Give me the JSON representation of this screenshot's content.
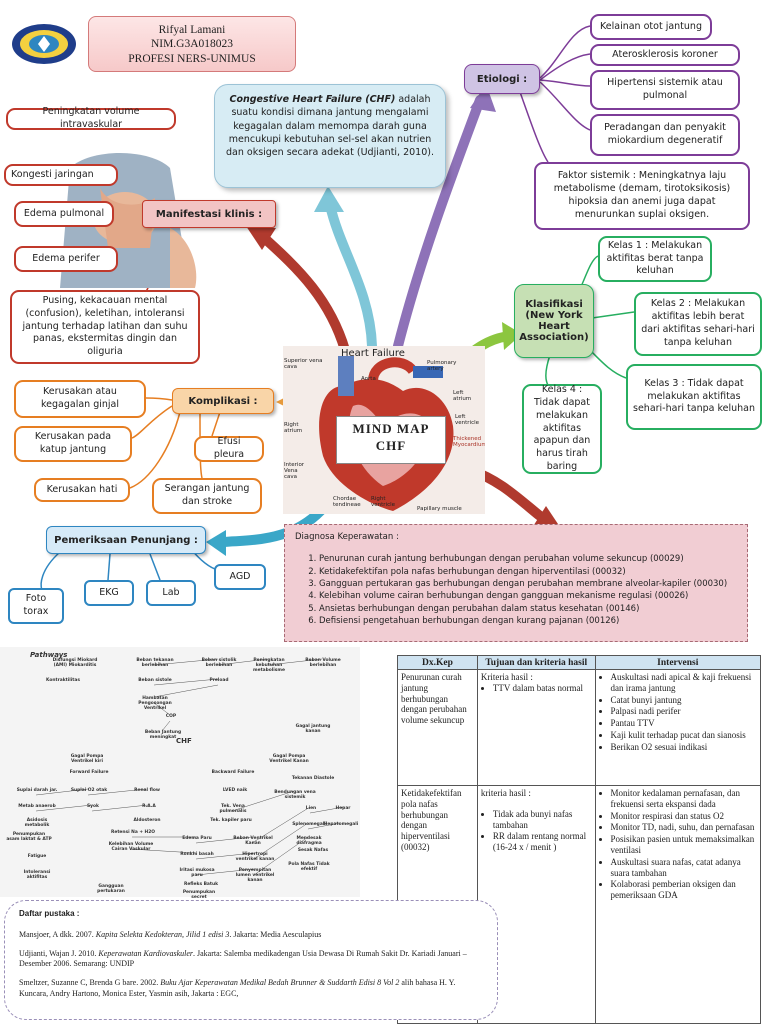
{
  "identity": {
    "name": "Rifyal Lamani",
    "nim": "NIM.G3A018023",
    "program": "PROFESI NERS-UNIMUS"
  },
  "definition": {
    "term": "Congestive Heart Failure (CHF)",
    "text": " adalah suatu kondisi dimana jantung mengalami kegagalan dalam memompa darah guna mencukupi kebutuhan sel-sel akan nutrien dan oksigen secara adekat (Udjianti, 2010)."
  },
  "manifestasi": {
    "label": "Manifestasi klinis :",
    "items": [
      "Peningkatan volume intravaskular",
      "Kongesti jaringan",
      "Edema pulmonal",
      "Edema perifer",
      "Pusing, kekacauan mental (confusion), keletihan, intoleransi jantung terhadap latihan dan suhu panas, ekstermitas dingin dan oliguria"
    ]
  },
  "etiologi": {
    "label": "Etiologi :",
    "items": [
      "Kelainan otot jantung",
      "Aterosklerosis koroner",
      "Hipertensi sistemik atau pulmonal",
      "Peradangan dan penyakit miokardium degeneratif",
      "Faktor sistemik : Meningkatnya laju metabolisme (demam, tirotoksikosis) hipoksia dan anemi juga dapat menurunkan suplai oksigen."
    ]
  },
  "klasifikasi": {
    "label": "Klasifikasi (New York Heart Association)",
    "items": [
      "Kelas 1 : Melakukan aktifitas berat tanpa keluhan",
      "Kelas 2 : Melakukan aktifitas lebih berat dari aktifitas sehari-hari tanpa keluhan",
      "Kelas 3 : Tidak dapat melakukan aktifitas sehari-hari tanpa keluhan",
      "Kelas 4 : Tidak dapat melakukan aktifitas apapun dan harus tirah baring"
    ]
  },
  "komplikasi": {
    "label": "Komplikasi :",
    "items": [
      "Kerusakan atau kegagalan ginjal",
      "Kerusakan pada katup jantung",
      "Efusi pleura",
      "Kerusakan hati",
      "Serangan jantung dan stroke"
    ]
  },
  "pemeriksaan": {
    "label": "Pemeriksaan Penunjang :",
    "items": [
      "Foto torax",
      "EKG",
      "Lab",
      "AGD"
    ]
  },
  "heart": {
    "title": "Heart Failure",
    "labels": [
      "Superior vena cava",
      "Aorta",
      "Pulmonary artery",
      "Left atrium",
      "Right atrium",
      "Left ventricle",
      "Thickened Myocardium",
      "Interior Vena cava",
      "Chordae tendineae",
      "Right ventricle",
      "Papillary muscle"
    ],
    "center_title": "MIND MAP",
    "center_sub": "CHF"
  },
  "diagnosa": {
    "label": "Diagnosa Keperawatan :",
    "items": [
      "Penurunan curah jantung berhubungan dengan perubahan volume sekuncup (00029)",
      "Ketidakefektifan pola nafas berhubungan dengan hiperventilasi (00032)",
      "Gangguan pertukaran gas berhubungan dengan perubahan membrane alveolar-kapiler (00030)",
      "Kelebihan volume cairan berhubungan dengan gangguan mekanisme regulasi (00026)",
      "Ansietas berhubungan dengan perubahan dalam status kesehatan (00146)",
      "Defisiensi pengetahuan berhubungan dengan kurang pajanan (00126)"
    ]
  },
  "pathway": {
    "title": "Pathways",
    "center": "CHF",
    "nodes": [
      "Disfungsi Miokard (AMI) Miokarditis",
      "Beban tekanan berlebihan",
      "Beban sistolik berlebihan",
      "Peningkatan kebutuhan metabolisme",
      "Beban Volume berlebihan",
      "Kontraktilitas",
      "Beban sistole",
      "Preload",
      "Hambatan Pengosongan Ventrikel",
      "COP",
      "Beban Jantung meningkat",
      "Gagal jantung kanan",
      "Gagal Pompa Ventrikel kiri",
      "Gagal Pompa Ventrikel Kanan",
      "Forward Failure",
      "Backward Failure",
      "Suplai darah jar.",
      "Suplai O2 otak",
      "Renal flow",
      "LVED naik",
      "Tekanan Diastole",
      "Metab anaerob",
      "Syok",
      "R.A.A",
      "Tek. Vena pulmonalis",
      "Bendungan vena sistemik",
      "Asidosis metabolik",
      "Aldosteron",
      "Tek. kapiler paru",
      "Penumpukan asam laktat & ATP",
      "Retensi Na + H2O",
      "Edema Paru",
      "Beban Ventrikel Kanan",
      "Lien",
      "Hepar",
      "Fatigue",
      "Kelebihan Volume Cairan Vaskular",
      "Ronkhi basah",
      "Hipertropi ventrikel kanan",
      "Splenomegali",
      "Hepatomegali",
      "Intoleransi aktifitas",
      "Iritasi mukosa paru",
      "Penyempitan lumen ventrikel kanan",
      "Mendesak diafragma",
      "Refleks Batuk",
      "Sesak Nafas",
      "Gangguan pertukaran",
      "Penumpukan secret",
      "Pola Nafas Tidak efektif"
    ]
  },
  "table": {
    "headers": [
      "Dx.Kep",
      "Tujuan dan kriteria hasil",
      "Intervensi"
    ],
    "rows": [
      {
        "dx": "Penurunan curah jantung berhubungan dengan perubahan volume sekuncup",
        "goal_title": "Kriteria hasil :",
        "goals": [
          "TTV dalam batas normal"
        ],
        "interventions": [
          "Auskultasi nadi apical & kaji frekuensi dan irama jantung",
          "Catat bunyi jantung",
          "Palpasi nadi perifer",
          "Pantau TTV",
          "Kaji kulit terhadap pucat dan sianosis",
          "Berikan O2 sesuai indikasi"
        ]
      },
      {
        "dx": "Ketidakefektifan pola nafas berhubungan dengan hiperventilasi (00032)",
        "goal_title": "kriteria hasil :",
        "goals": [
          "Tidak ada bunyi nafas tambahan",
          "RR dalam rentang normal (16-24 x / menit )"
        ],
        "interventions": [
          "Monitor kedalaman pernafasan, dan frekuensi serta ekspansi dada",
          "Monitor respirasi dan status O2",
          "Monitor TD, nadi, suhu, dan pernafasan",
          "Posisikan pasien untuk memaksimalkan ventilasi",
          "Auskultasi suara nafas, catat adanya suara tambahan",
          "Kolaborasi pemberian oksigen dan pemeriksaan GDA"
        ]
      }
    ]
  },
  "references": {
    "title": "Daftar pustaka :",
    "items": [
      {
        "pre": "Mansjoer, A dkk. 2007. ",
        "italic": "Kapita Selekta Kedokteran, Jilid 1 edisi 3",
        "post": ". Jakarta: Media Aesculapius"
      },
      {
        "pre": "Udjianti, Wajan J. 2010. ",
        "italic": "Keperawatan Kardiovaskuler",
        "post": ". Jakarta: Salemba medikadengan Usia Dewasa Di Rumah Sakit Dr. Kariadi Januari – Desember 2006. Semarang: UNDIP"
      },
      {
        "pre": "Smeltzer, Suzanne C, Brenda G bare. 2002. ",
        "italic": "Buku Ajar Keperawatan Medikal Bedah Brunner & Suddarth Edisi 8 Vol 2",
        "post": " alih bahasa H. Y. Kuncara, Andry Hartono, Monica Ester, Yasmin asih, Jakarta : EGC,"
      }
    ]
  },
  "colors": {
    "manifestasi": "#c0392b",
    "komplikasi": "#e67e22",
    "pemeriksaan": "#2e86c1",
    "klasifikasi": "#27ae60",
    "etiologi": "#7d3c98",
    "definisi": "#7fc6d8"
  },
  "icons": {
    "logo": "university-seal-icon",
    "photo": "patient-chest-pain-photo"
  }
}
